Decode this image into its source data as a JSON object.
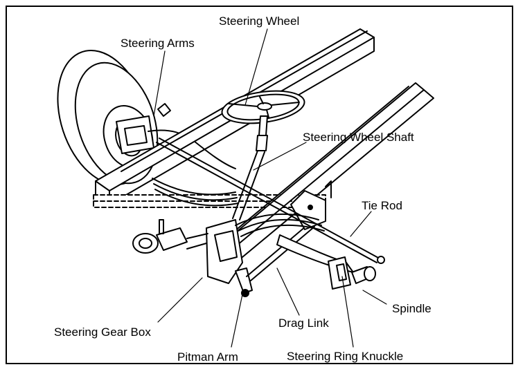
{
  "labels": {
    "steering_wheel": "Steering Wheel",
    "steering_arms": "Steering Arms",
    "steering_wheel_shaft": "Steering Wheel Shaft",
    "tie_rod": "Tie Rod",
    "spindle": "Spindle",
    "drag_link": "Drag Link",
    "steering_gear_box": "Steering Gear Box",
    "pitman_arm": "Pitman Arm",
    "steering_ring_knuckle": "Steering Ring Knuckle"
  },
  "colors": {
    "ink": "#000000",
    "paper": "#ffffff"
  }
}
